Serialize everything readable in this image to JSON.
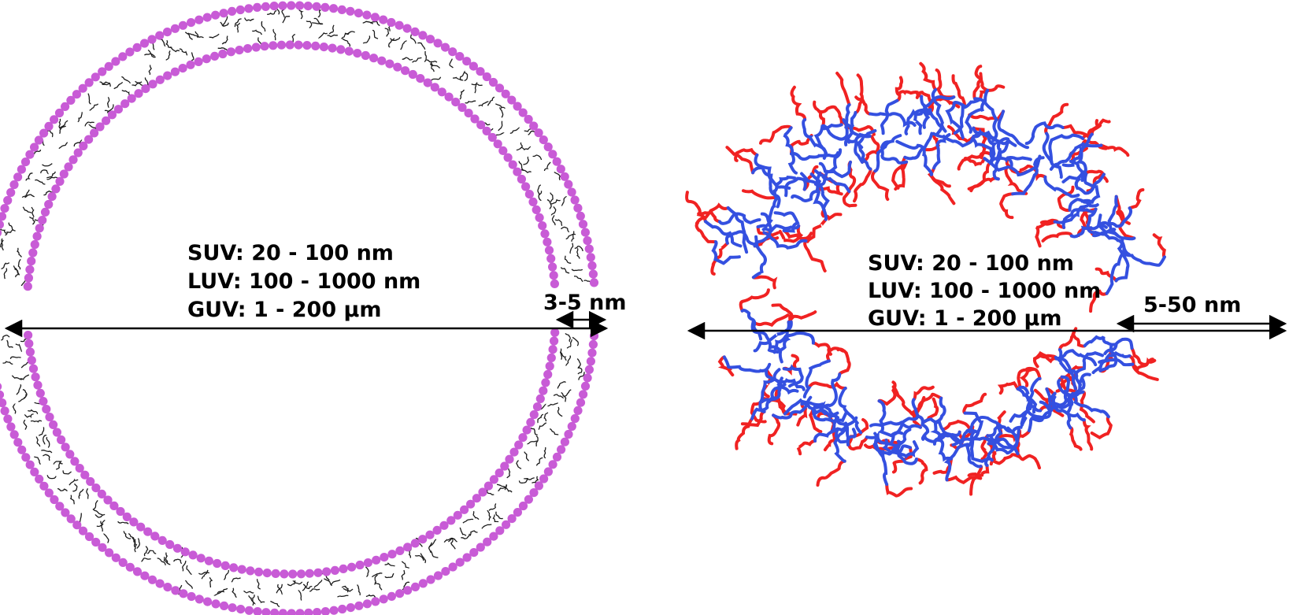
{
  "liposome_panel": {
    "labels": {
      "line1": "SUV: 20 - 100 nm",
      "line2": "LUV: 100 - 1000 nm",
      "line3": "GUV: 1 - 200 µm"
    },
    "membrane_thickness": "3-5 nm",
    "colors": {
      "headgroup": "#c85bd6",
      "tail": "#1a1a1a"
    }
  },
  "polymersome_panel": {
    "labels": {
      "line1": "SUV: 20 - 100 nm",
      "line2": "LUV: 100 - 1000 nm",
      "line3": "GUV: 1 - 200 µm"
    },
    "membrane_thickness": "5-50 nm",
    "colors": {
      "hydrophilic_block": "#f02222",
      "hydrophobic_block": "#3450e0"
    }
  }
}
